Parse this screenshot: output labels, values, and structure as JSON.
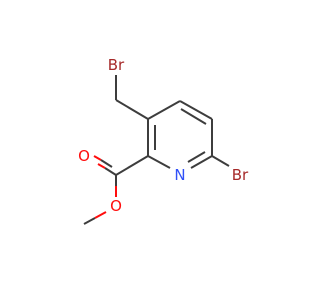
{
  "molecule": {
    "atoms": {
      "bromine_top": {
        "symbol": "Br",
        "color": "#a62929"
      },
      "bromine_right": {
        "symbol": "Br",
        "color": "#a62929"
      },
      "nitrogen": {
        "symbol": "N",
        "color": "#3050f8"
      },
      "oxygen_carbonyl": {
        "symbol": "O",
        "color": "#ff0d0d"
      },
      "oxygen_ester": {
        "symbol": "O",
        "color": "#ff0d0d"
      }
    },
    "bond_color": "#3d3d3d"
  }
}
